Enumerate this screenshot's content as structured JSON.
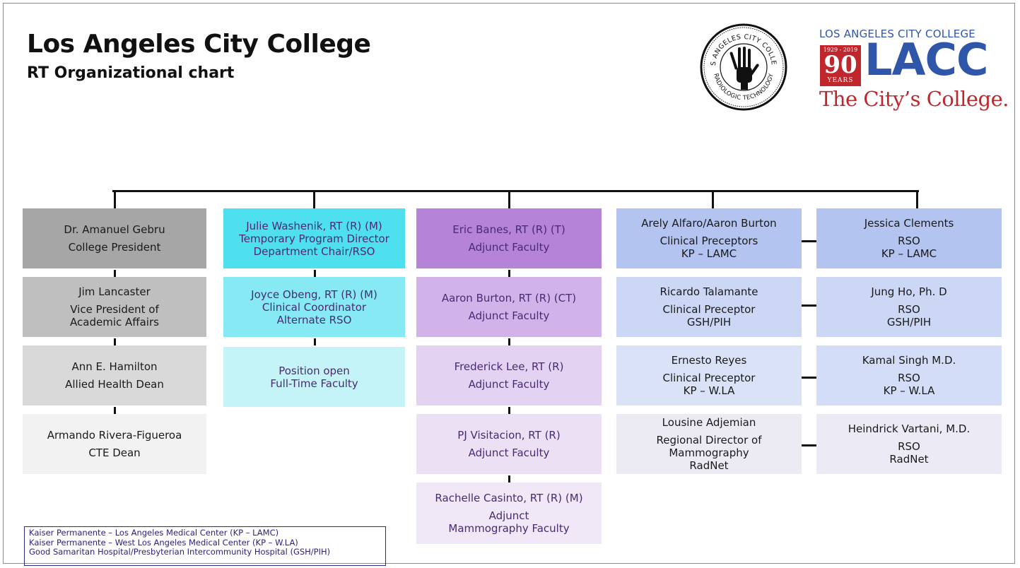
{
  "header": {
    "title": "Los Angeles City College",
    "subtitle": "RT Organizational chart"
  },
  "logos": {
    "seal_text_top": "LOS ANGELES CITY COLLEGE",
    "seal_text_bottom": "RADIOLOGIC TECHNOLOGY",
    "lacc_top": "LOS ANGELES CITY COLLEGE",
    "lacc_badge_years": "1929 - 2019",
    "lacc_badge_number": "90",
    "lacc_badge_label": "YEARS",
    "lacc_big": "LACC",
    "lacc_tagline": "The City’s College."
  },
  "colors": {
    "col1": [
      "#a6a6a6",
      "#bfbfbf",
      "#d9d9d9",
      "#f2f2f2"
    ],
    "col2": [
      "#4ee0ee",
      "#86e9f3",
      "#c4f3f8"
    ],
    "col3": [
      "#b583d8",
      "#d1b3ea",
      "#e4d2f2",
      "#ece0f5",
      "#f0e7f7"
    ],
    "col4": [
      "#b4c4f1",
      "#cbd7f5",
      "#d9e2f7",
      "#ecebf4"
    ],
    "col5": [
      "#b4c4f1",
      "#cbd7f5",
      "#d3ddf7",
      "#eceaf4"
    ]
  },
  "chart": {
    "col1": [
      {
        "name": "Dr. Amanuel Gebru",
        "lines": [
          "College President"
        ]
      },
      {
        "name": "Jim Lancaster",
        "lines": [
          "Vice President of",
          "Academic Affairs"
        ]
      },
      {
        "name": "Ann E. Hamilton",
        "lines": [
          "Allied Health Dean"
        ]
      },
      {
        "name": "Armando Rivera-Figueroa",
        "lines": [
          "CTE Dean"
        ]
      }
    ],
    "col2": [
      {
        "name": "Julie Washenik, RT (R) (M)",
        "lines": [
          "Temporary Program Director",
          "Department Chair/RSO"
        ]
      },
      {
        "name": "Joyce Obeng, RT (R) (M)",
        "lines": [
          "Clinical Coordinator",
          "Alternate RSO"
        ]
      },
      {
        "name": "Position open",
        "lines": [
          "Full-Time Faculty"
        ]
      }
    ],
    "col3": [
      {
        "name": "Eric Banes, RT (R) (T)",
        "lines": [
          "Adjunct Faculty"
        ]
      },
      {
        "name": "Aaron Burton, RT (R) (CT)",
        "lines": [
          "Adjunct Faculty"
        ]
      },
      {
        "name": "Frederick Lee, RT (R)",
        "lines": [
          "Adjunct Faculty"
        ]
      },
      {
        "name": "PJ Visitacion, RT (R)",
        "lines": [
          "Adjunct Faculty"
        ]
      },
      {
        "name": "Rachelle Casinto, RT (R) (M)",
        "lines": [
          "Adjunct",
          "Mammography Faculty"
        ]
      }
    ],
    "col4": [
      {
        "name": "Arely Alfaro/Aaron Burton",
        "lines": [
          "Clinical Preceptors",
          "KP – LAMC"
        ]
      },
      {
        "name": "Ricardo Talamante",
        "lines": [
          "Clinical Preceptor",
          "GSH/PIH"
        ]
      },
      {
        "name": "Ernesto Reyes",
        "lines": [
          "Clinical Preceptor",
          "KP – W.LA"
        ]
      },
      {
        "name": "Lousine Adjemian",
        "lines": [
          "Regional Director of",
          "Mammography",
          "RadNet"
        ]
      }
    ],
    "col5": [
      {
        "name": "Jessica Clements",
        "lines": [
          "RSO",
          "KP – LAMC"
        ]
      },
      {
        "name": "Jung Ho, Ph. D",
        "lines": [
          "RSO",
          "GSH/PIH"
        ]
      },
      {
        "name": "Kamal Singh M.D.",
        "lines": [
          "RSO",
          "KP – W.LA"
        ]
      },
      {
        "name": "Heindrick Vartani, M.D.",
        "lines": [
          "RSO",
          "RadNet"
        ]
      }
    ]
  },
  "legend": [
    "Kaiser Permanente – Los Angeles Medical Center (KP – LAMC)",
    "Kaiser Permanente – West Los Angeles Medical Center (KP – W.LA)",
    "Good Samaritan Hospital/Presbyterian Intercommunity Hospital (GSH/PIH)"
  ]
}
